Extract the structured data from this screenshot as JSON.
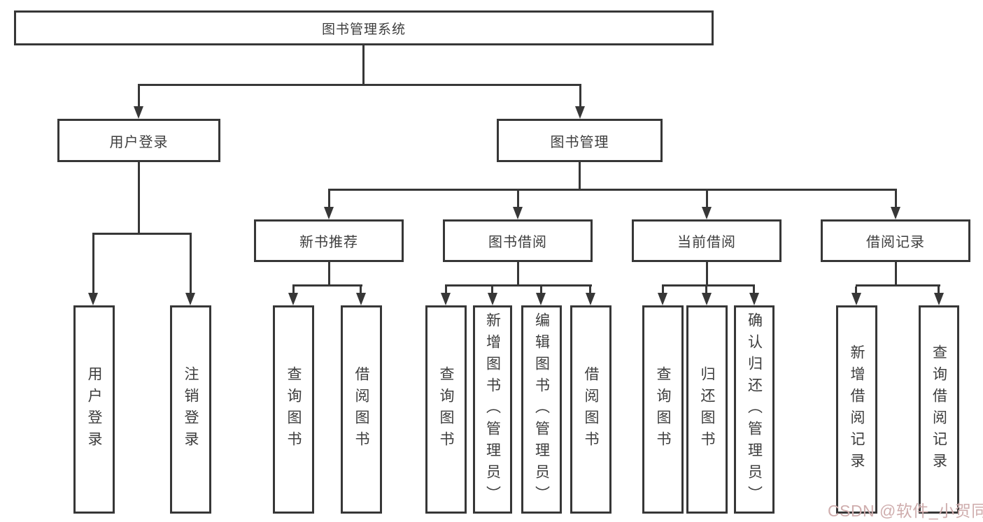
{
  "diagram": {
    "root": {
      "label": "图书管理系统"
    },
    "branches": [
      {
        "label": "用户登录"
      },
      {
        "label": "图书管理"
      }
    ],
    "sections": [
      {
        "label": "新书推荐",
        "parent": "图书管理"
      },
      {
        "label": "图书借阅",
        "parent": "图书管理"
      },
      {
        "label": "当前借阅",
        "parent": "图书管理"
      },
      {
        "label": "借阅记录",
        "parent": "图书管理"
      }
    ],
    "leaves": [
      {
        "label": "用户登录",
        "parent": "用户登录"
      },
      {
        "label": "注销登录",
        "parent": "用户登录"
      },
      {
        "label": "查询图书",
        "parent": "新书推荐"
      },
      {
        "label": "借阅图书",
        "parent": "新书推荐"
      },
      {
        "label": "查询图书",
        "parent": "图书借阅"
      },
      {
        "label": "新增图书（管理员）",
        "parent": "图书借阅"
      },
      {
        "label": "编辑图书（管理员）",
        "parent": "图书借阅"
      },
      {
        "label": "借阅图书",
        "parent": "图书借阅"
      },
      {
        "label": "查询图书",
        "parent": "当前借阅"
      },
      {
        "label": "归还图书",
        "parent": "当前借阅"
      },
      {
        "label": "确认归还（管理员）",
        "parent": "当前借阅"
      },
      {
        "label": "新增借阅记录",
        "parent": "借阅记录"
      },
      {
        "label": "查询借阅记录",
        "parent": "借阅记录"
      }
    ],
    "colors": {
      "line": "#373737",
      "text": "#3d3d3d",
      "box_background": "#ffffff"
    }
  },
  "watermark": {
    "text": "CSDN @软件_小贺同学",
    "color": "#cfadad"
  }
}
